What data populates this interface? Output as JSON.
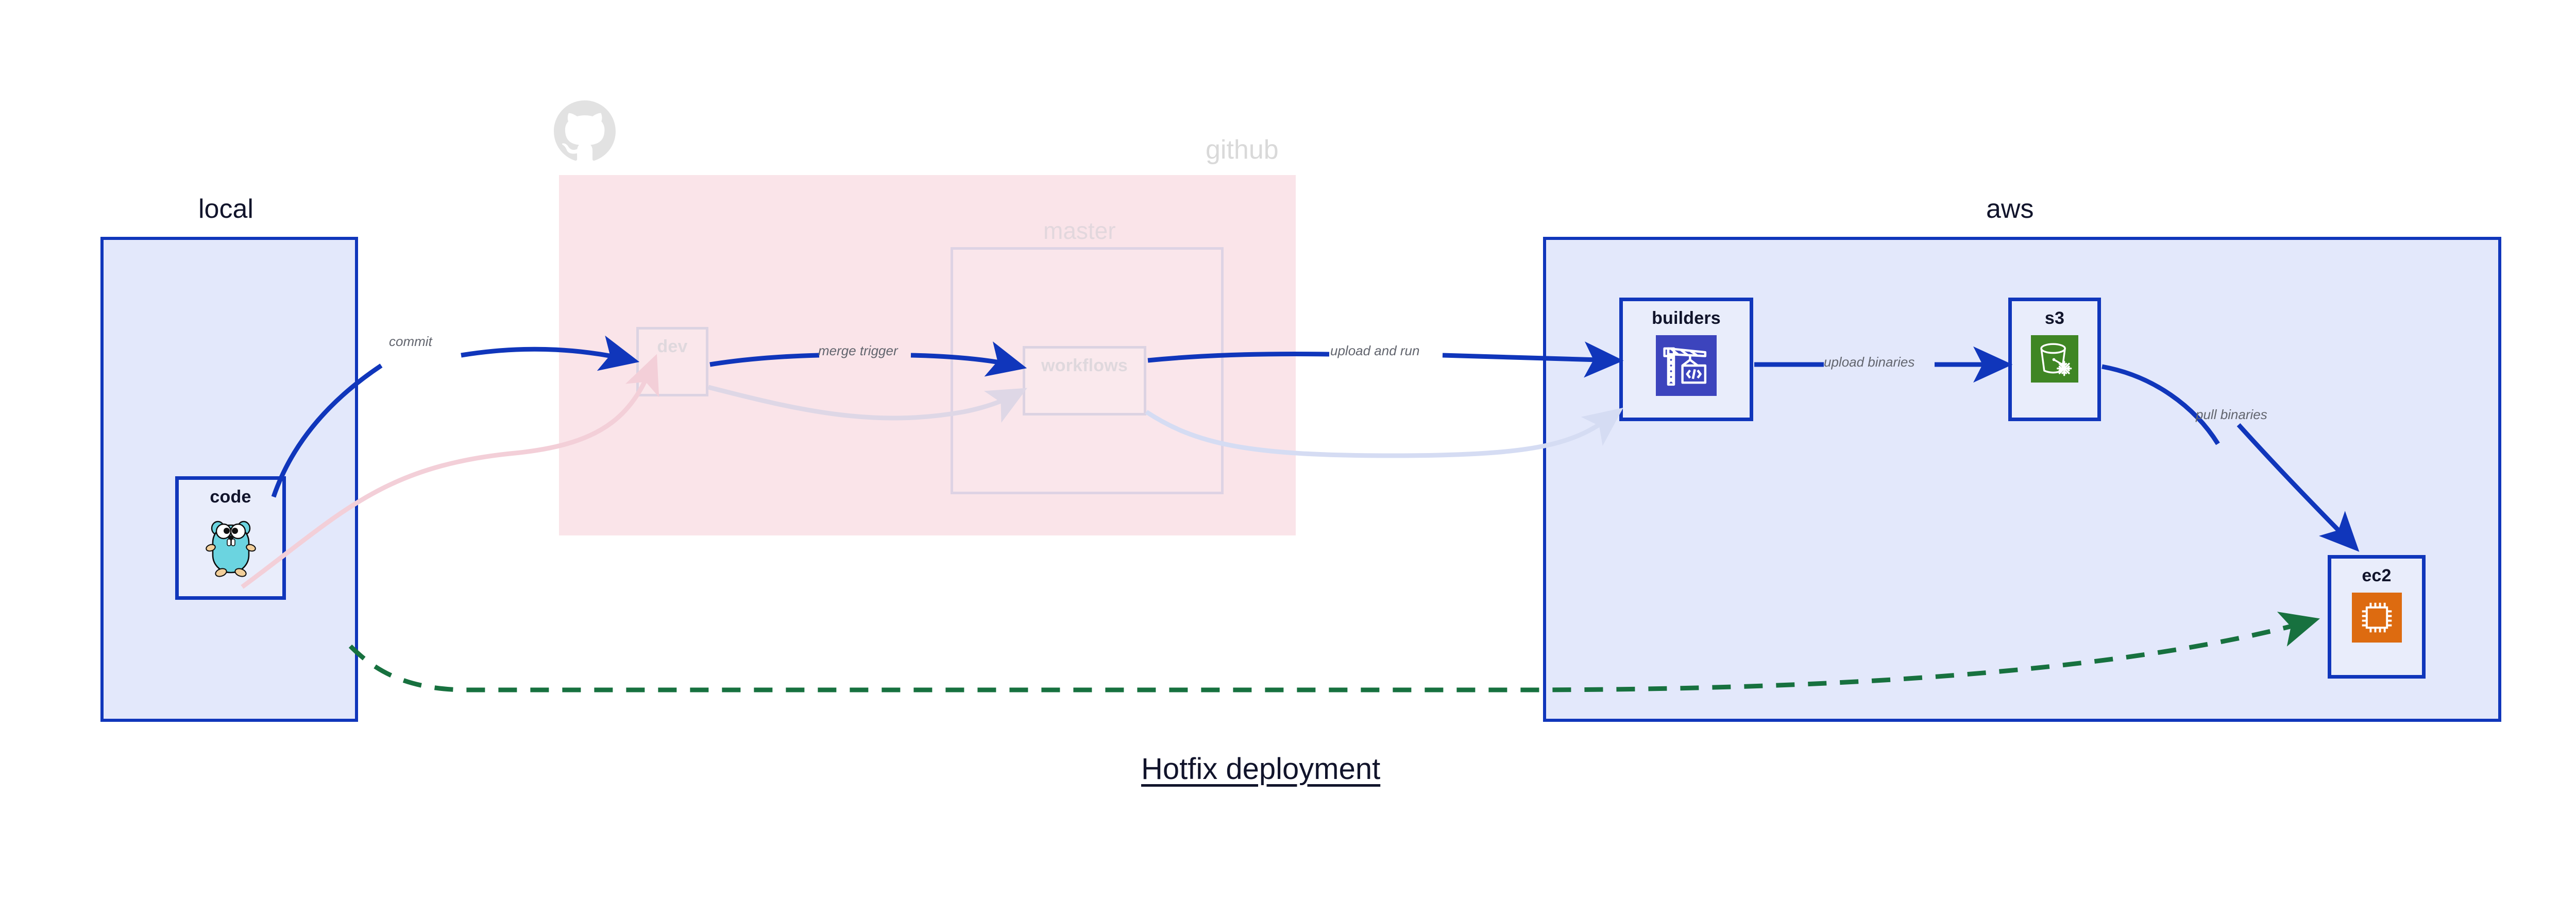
{
  "diagram": {
    "title": "Hotfix deployment",
    "colors": {
      "group_border_blue": "#1036bb",
      "group_fill_blue": "#e3e8fb",
      "group_fill_pink": "#fae4e9",
      "edge_blue": "#1036bb",
      "edge_green": "#17713f",
      "node_fill": "#e9edfb",
      "label_gray": "#62656e",
      "faded_gray": "#d9d9d9",
      "builders_icon": "#3c44bd",
      "s3_icon": "#3f8624",
      "ec2_icon": "#dd6b10",
      "gopher": "#6bd4e0"
    }
  },
  "groups": [
    {
      "id": "local",
      "label": "local",
      "faded": false
    },
    {
      "id": "github",
      "label": "github",
      "faded": true
    },
    {
      "id": "aws",
      "label": "aws",
      "faded": false
    }
  ],
  "subgroups": [
    {
      "id": "master",
      "label": "master",
      "parent": "github",
      "faded": true
    }
  ],
  "nodes": [
    {
      "id": "code",
      "label": "code",
      "group": "local",
      "icon": "go-gopher-icon",
      "faded": false
    },
    {
      "id": "dev",
      "label": "dev",
      "group": "github",
      "icon": null,
      "faded": true
    },
    {
      "id": "workflows",
      "label": "workflows",
      "group": "master",
      "icon": null,
      "faded": true
    },
    {
      "id": "builders",
      "label": "builders",
      "group": "aws",
      "icon": "aws-codebuild-icon",
      "faded": false
    },
    {
      "id": "s3",
      "label": "s3",
      "group": "aws",
      "icon": "aws-s3-icon",
      "faded": false
    },
    {
      "id": "ec2",
      "label": "ec2",
      "group": "aws",
      "icon": "aws-ec2-icon",
      "faded": false
    }
  ],
  "edges": [
    {
      "id": "e1",
      "from": "code",
      "to": "dev",
      "label": "commit",
      "style": "solid",
      "color": "#1036bb",
      "faded": false
    },
    {
      "id": "e2",
      "from": "dev",
      "to": "workflows",
      "label": "merge trigger",
      "style": "solid",
      "color": "#1036bb",
      "faded": false
    },
    {
      "id": "e3",
      "from": "workflows",
      "to": "builders",
      "label": "upload and run",
      "style": "solid",
      "color": "#1036bb",
      "faded": false
    },
    {
      "id": "e4",
      "from": "builders",
      "to": "s3",
      "label": "upload binaries",
      "style": "solid",
      "color": "#1036bb",
      "faded": false
    },
    {
      "id": "e5",
      "from": "s3",
      "to": "ec2",
      "label": "pull binaries",
      "style": "solid",
      "color": "#1036bb",
      "faded": false
    },
    {
      "id": "e6",
      "from": "code",
      "to": "ec2",
      "label": "",
      "style": "dashed",
      "color": "#17713f",
      "faded": false
    },
    {
      "id": "e7",
      "from": "code",
      "to": "dev",
      "label": "",
      "style": "solid",
      "color": "#f3cfd8",
      "faded": true
    },
    {
      "id": "e8",
      "from": "dev",
      "to": "workflows",
      "label": "",
      "style": "solid",
      "color": "#dfd9e8",
      "faded": true
    },
    {
      "id": "e9",
      "from": "workflows",
      "to": "builders",
      "label": "",
      "style": "solid",
      "color": "#d9e0f4",
      "faded": true
    }
  ],
  "watermarks": [
    {
      "id": "github-logo",
      "icon": "github-octocat-icon",
      "group": "github"
    }
  ]
}
